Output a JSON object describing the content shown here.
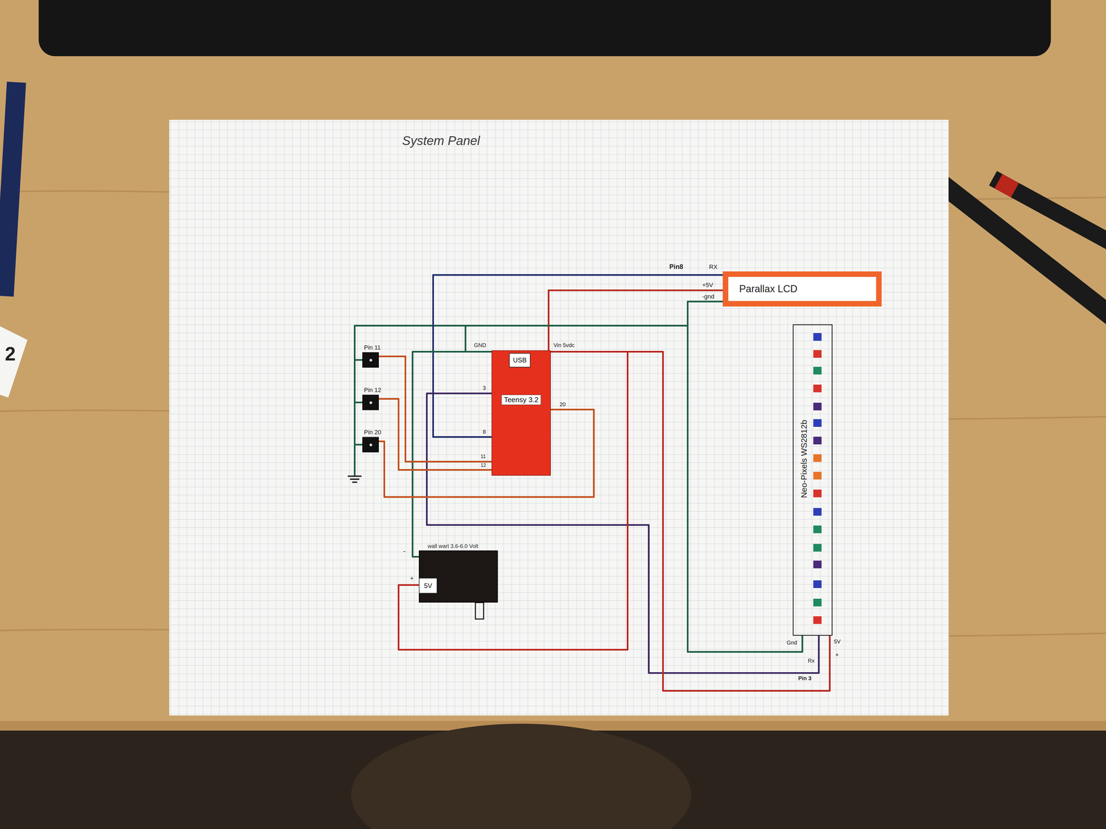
{
  "diagram": {
    "title": "System Panel",
    "nodes": [
      {
        "text": [
          "Parallax LCD"
        ]
      },
      {
        "text": [
          "Neo-Pixels WS2812b"
        ]
      },
      {
        "text": [
          "Pin 11"
        ]
      },
      {
        "text": [
          "Pin 12"
        ]
      },
      {
        "text": [
          "Pin 20"
        ]
      },
      {
        "text": [
          "Teensy 3.2"
        ]
      },
      {
        "text": [
          "USB"
        ],
        "in": 5
      },
      {
        "text": [
          "wall wart 3.6-6.0 Volt"
        ]
      },
      {
        "text": [
          "5V"
        ],
        "in": 7
      }
    ],
    "edges": [
      {
        "from": 5,
        "to": 0,
        "arrow": "none"
      },
      {
        "from": 5,
        "to": 0,
        "arrow": "none"
      },
      {
        "from": 5,
        "to": 0,
        "arrow": "none"
      },
      {
        "from": 5,
        "to": 1,
        "arrow": "none"
      },
      {
        "from": 5,
        "to": 1,
        "arrow": "none"
      },
      {
        "from": 0,
        "to": 1,
        "arrow": "none"
      },
      {
        "from": 7,
        "to": 5,
        "arrow": "none"
      },
      {
        "from": 7,
        "to": 5,
        "arrow": "none"
      },
      {
        "from": 2,
        "to": 5,
        "arrow": "none"
      },
      {
        "from": 3,
        "to": 5,
        "arrow": "none"
      },
      {
        "from": 4,
        "to": 5,
        "arrow": "none"
      }
    ],
    "labels": [
      "Pin8",
      "RX",
      "+5V",
      "-gnd",
      "GND",
      "3",
      "8",
      "11",
      "12",
      "Vin 5vdc",
      "20",
      "-",
      "+",
      "Gnd",
      "Rx",
      "5V",
      "+",
      "Pin 3",
      "2"
    ]
  }
}
